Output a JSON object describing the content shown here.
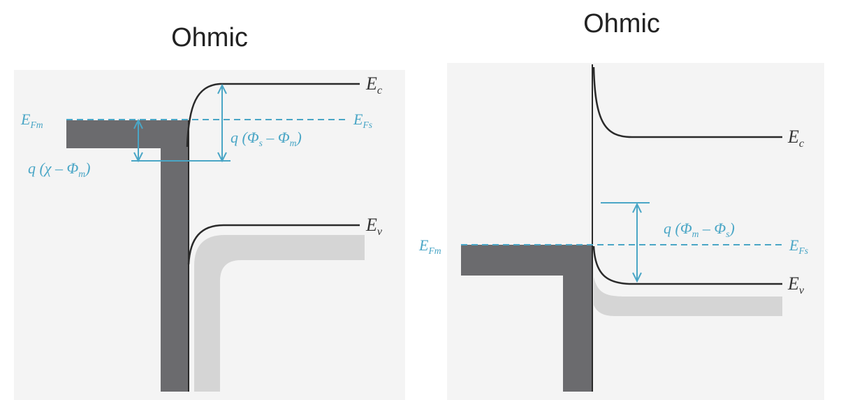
{
  "colors": {
    "annotation": "#4aa6c6",
    "metal": "#6b6b6e",
    "valence_fill": "#d5d5d5",
    "band_line": "#2a2a2a",
    "panel_bg": "#f4f4f4"
  },
  "left": {
    "title": "Ohmic",
    "ec": {
      "main": "E",
      "sub": "c"
    },
    "ev": {
      "main": "E",
      "sub": "v"
    },
    "efm": {
      "main": "E",
      "sub": "Fm"
    },
    "efs": {
      "main": "E",
      "sub": "Fs"
    },
    "barrier": {
      "pre": "q (Φ",
      "s1": "s",
      "mid": " – Φ",
      "s2": "m",
      "post": ")"
    },
    "offset": {
      "pre": "q (χ – Φ",
      "s1": "m",
      "post": ")"
    }
  },
  "right": {
    "title": "Ohmic",
    "ec": {
      "main": "E",
      "sub": "c"
    },
    "ev": {
      "main": "E",
      "sub": "v"
    },
    "efm": {
      "main": "E",
      "sub": "Fm"
    },
    "efs": {
      "main": "E",
      "sub": "Fs"
    },
    "barrier": {
      "pre": "q (Φ",
      "s1": "m",
      "mid": " – Φ",
      "s2": "s",
      "post": ")"
    }
  }
}
